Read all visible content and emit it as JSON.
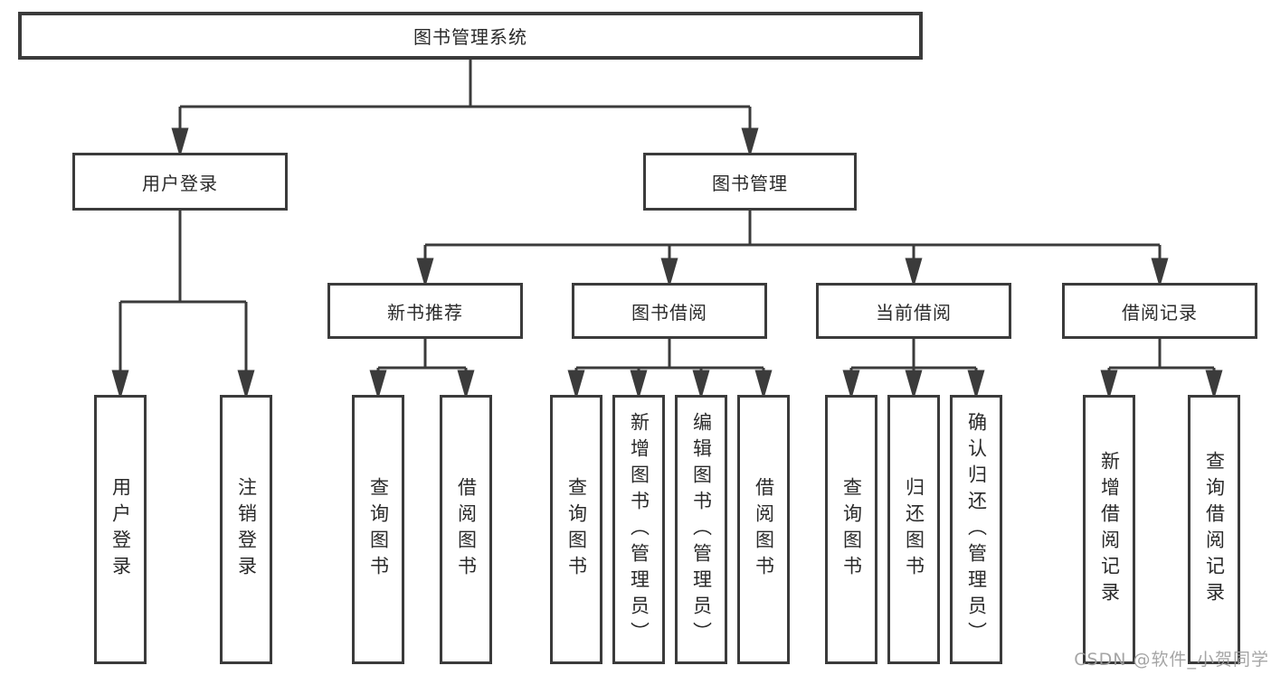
{
  "diagram_title": "图书管理系统",
  "tree": {
    "root": {
      "label": "图书管理系统"
    },
    "branches": [
      {
        "label": "用户登录",
        "children": [
          {
            "label": "用户登录"
          },
          {
            "label": "注销登录"
          }
        ]
      },
      {
        "label": "图书管理",
        "sections": [
          {
            "label": "新书推荐",
            "children": [
              {
                "label": "查询图书"
              },
              {
                "label": "借阅图书"
              }
            ]
          },
          {
            "label": "图书借阅",
            "children": [
              {
                "label": "查询图书"
              },
              {
                "label": "新增图书（管理员）"
              },
              {
                "label": "编辑图书（管理员）"
              },
              {
                "label": "借阅图书"
              }
            ]
          },
          {
            "label": "当前借阅",
            "children": [
              {
                "label": "查询图书"
              },
              {
                "label": "归还图书"
              },
              {
                "label": "确认归还（管理员）"
              }
            ]
          },
          {
            "label": "借阅记录",
            "children": [
              {
                "label": "新增借阅记录"
              },
              {
                "label": "查询借阅记录"
              }
            ]
          }
        ]
      }
    ]
  },
  "watermark": {
    "text": "CSDN @软件_小贺同学"
  },
  "colors": {
    "line": "#3b3b3b",
    "box_border": "#3b3b3b",
    "text": "#2a2a2a",
    "watermark": "#9e9e9e",
    "background": "#ffffff"
  }
}
